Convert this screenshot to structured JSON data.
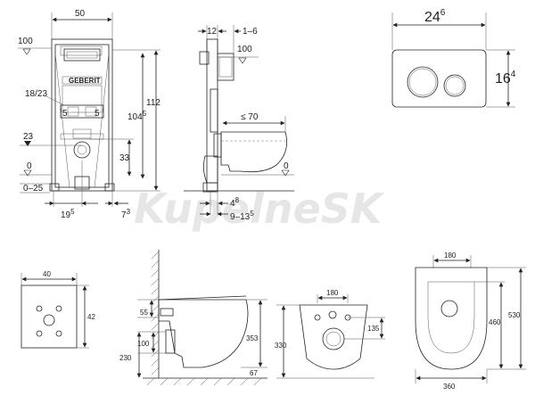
{
  "brand": "GEBERIT",
  "watermark": "KupelneSK",
  "frame_front": {
    "width": "50",
    "h_100": "100",
    "h_18_23": "18/23",
    "h_5_left": "5",
    "h_5_right": "5",
    "h_23": "23",
    "h_0": "0",
    "h_0_25": "0–25",
    "h_33": "33",
    "h_112": "112",
    "h_104": "104",
    "h_104_sup": "5",
    "b_19": "19",
    "b_19_sup": "5",
    "b_7": "7",
    "b_7_sup": "3"
  },
  "frame_side": {
    "d_12": "12",
    "d_1_6": "1–6",
    "h_100": "100",
    "d_le70": "≤ 70",
    "h_0": "0",
    "b_4": "4",
    "b_4_sup": "8",
    "b_9_13": "9–13",
    "b_9_13_sup": "5"
  },
  "plate": {
    "w": "24",
    "w_sup": "6",
    "h": "16",
    "h_sup": "4"
  },
  "install_plate": {
    "w": "40",
    "h": "42"
  },
  "bowl_side": {
    "d_55": "55",
    "d_100": "100",
    "d_230": "230",
    "d_353": "353",
    "d_67": "67"
  },
  "bowl_rear": {
    "d_180": "180",
    "d_135": "135",
    "d_330": "330"
  },
  "bowl_top": {
    "d_180": "180",
    "d_460": "460",
    "d_530": "530",
    "d_360": "360"
  }
}
